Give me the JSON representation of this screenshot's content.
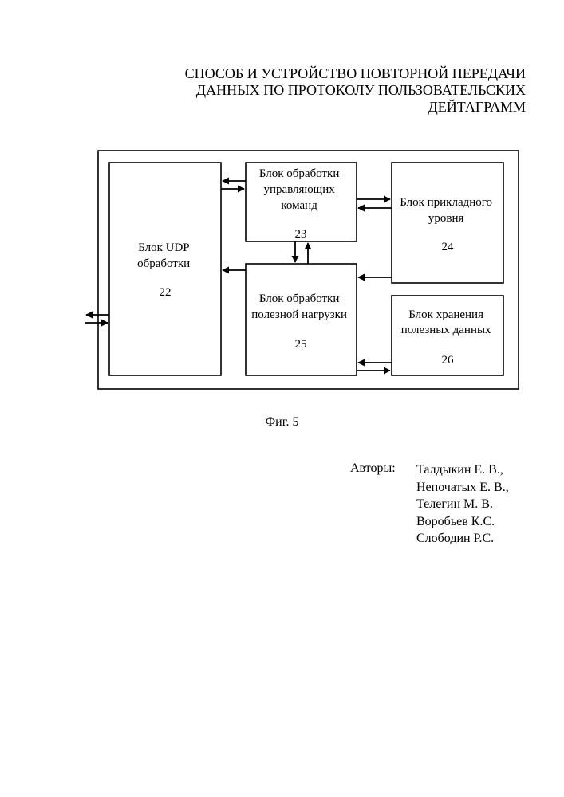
{
  "title": {
    "lines": [
      "СПОСОБ И УСТРОЙСТВО ПОВТОРНОЙ ПЕРЕДАЧИ",
      "ДАННЫХ ПО ПРОТОКОЛУ ПОЛЬЗОВАТЕЛЬСКИХ",
      "ДЕЙТАГРАММ"
    ]
  },
  "diagram": {
    "blocks": [
      {
        "id": "22",
        "lines": [
          "Блок UDP",
          "обработки"
        ],
        "number": "22"
      },
      {
        "id": "23",
        "lines": [
          "Блок обработки",
          "управляющих",
          "команд"
        ],
        "number": "23"
      },
      {
        "id": "24",
        "lines": [
          "Блок прикладного",
          "уровня"
        ],
        "number": "24"
      },
      {
        "id": "25",
        "lines": [
          "Блок обработки",
          "полезной нагрузки"
        ],
        "number": "25"
      },
      {
        "id": "26",
        "lines": [
          "Блок хранения",
          "полезных данных"
        ],
        "number": "26"
      }
    ]
  },
  "caption": "Фиг. 5",
  "authors": {
    "label": "Авторы:",
    "names": [
      "Талдыкин Е. В.,",
      "Непочатых Е. В.,",
      "Телегин М. В.",
      "Воробьев К.С.",
      "Слободин Р.С."
    ]
  }
}
